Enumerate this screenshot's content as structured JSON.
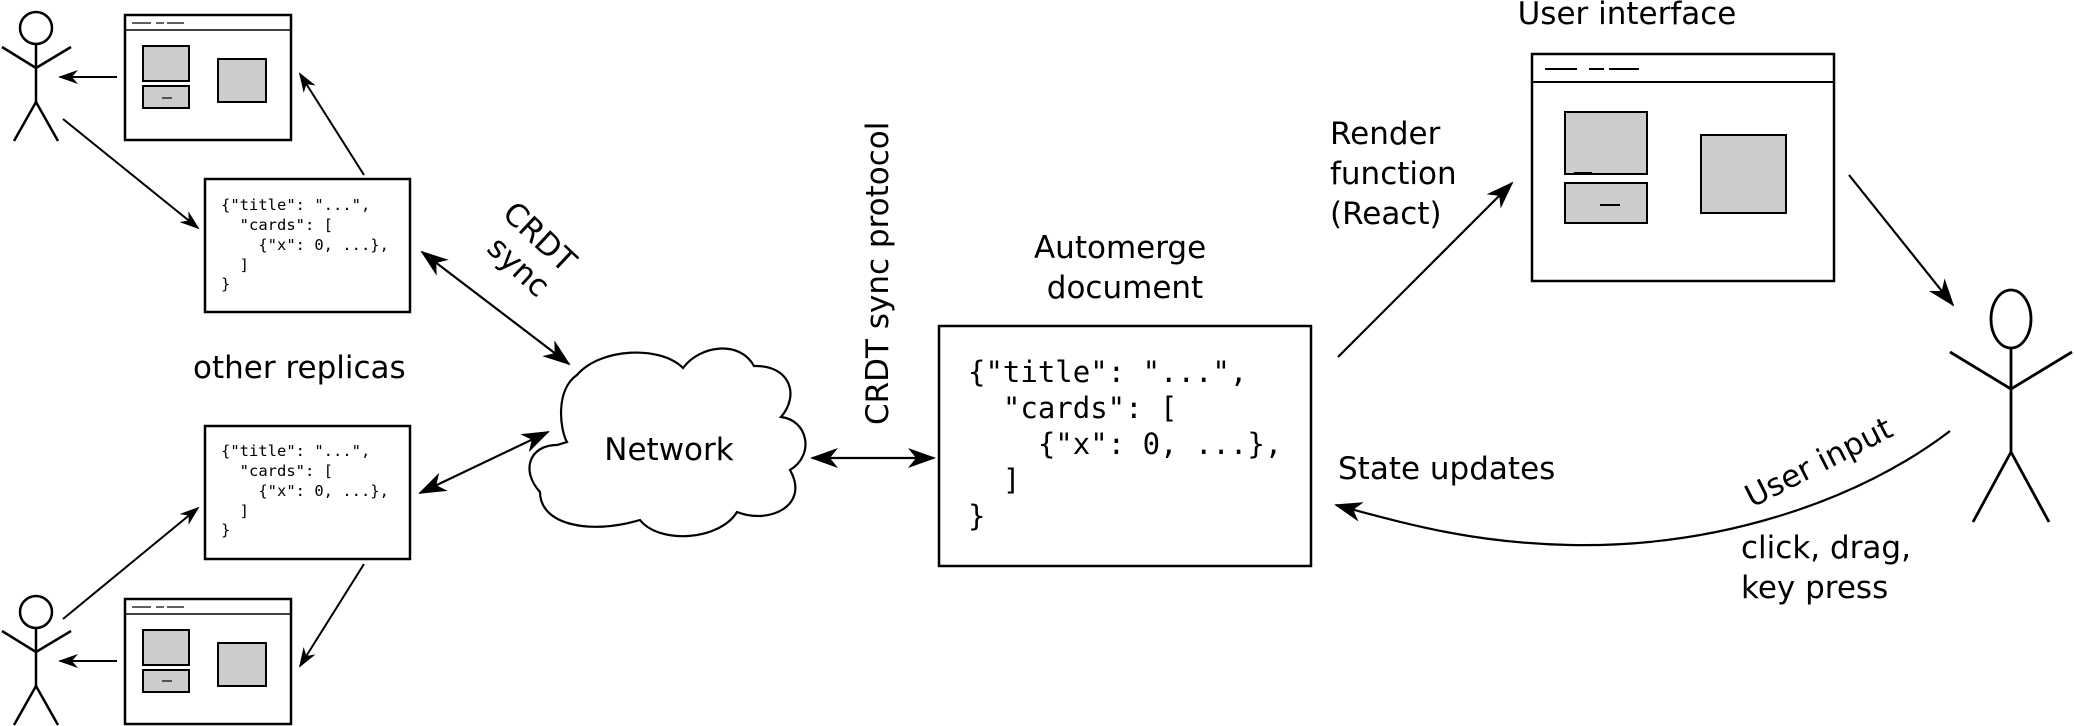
{
  "labels": {
    "user_interface": "User interface",
    "render_function": [
      "Render",
      "function",
      "(React)"
    ],
    "automerge_document": [
      "Automerge",
      "document"
    ],
    "crdt_sync_protocol": "CRDT sync protocol",
    "crdt_sync": [
      "CRDT",
      "sync"
    ],
    "network": "Network",
    "other_replicas": "other replicas",
    "state_updates": "State updates",
    "user_input": "User input",
    "input_examples": [
      "click, drag,",
      "key press"
    ]
  },
  "document_code": [
    "{\"title\": \"...\",",
    "  \"cards\": [",
    "    {\"x\": 0, ...},",
    "  ]",
    "}"
  ],
  "colors": {
    "card_fill": "#cccccc",
    "stroke": "#000000",
    "background": "#ffffff"
  }
}
